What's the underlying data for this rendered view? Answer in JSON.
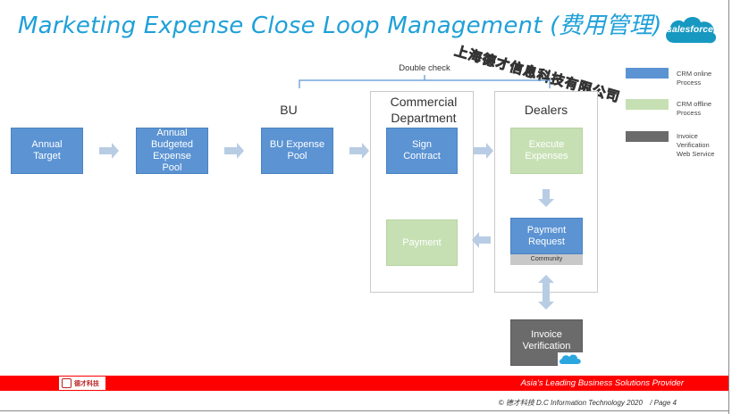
{
  "title": "Marketing Expense Close Loop Management (费用管理)",
  "watermark": "上海德才信息科技有限公司",
  "logo_text": "salesforce",
  "double_check": "Double check",
  "headers": {
    "bu": "BU",
    "commercial": "Commercial\nDepartment",
    "dealers": "Dealers"
  },
  "boxes": {
    "annual_target": "Annual\nTarget",
    "annual_budgeted_pool": "Annual\nBudgeted\nExpense\nPool",
    "bu_expense_pool": "BU Expense\nPool",
    "sign_contract": "Sign\nContract",
    "execute_expenses": "Execute\nExpenses",
    "payment": "Payment",
    "payment_request": "Payment\nRequest",
    "community": "Community",
    "invoice_verification": "Invoice\nVerification"
  },
  "legend": [
    {
      "label": "CRM online\nProcess",
      "color": "#5b93d3"
    },
    {
      "label": "CRM offline\nProcess",
      "color": "#c6e0b4"
    },
    {
      "label": "Invoice\nVerification\nWeb Service",
      "color": "#6b6b6b"
    }
  ],
  "footer": {
    "tagline": "Asia's Leading Business Solutions Provider",
    "company_logo": "德才科技",
    "copyright": "© 德才科技 D.C Information Technology 2020",
    "page_label": "/ Page 4"
  },
  "colors": {
    "title": "#1fa0d8",
    "online": "#5b93d3",
    "offline": "#c6e0b4",
    "service": "#6b6b6b",
    "footer": "#ff0000",
    "arrow": "#b8cce4"
  }
}
